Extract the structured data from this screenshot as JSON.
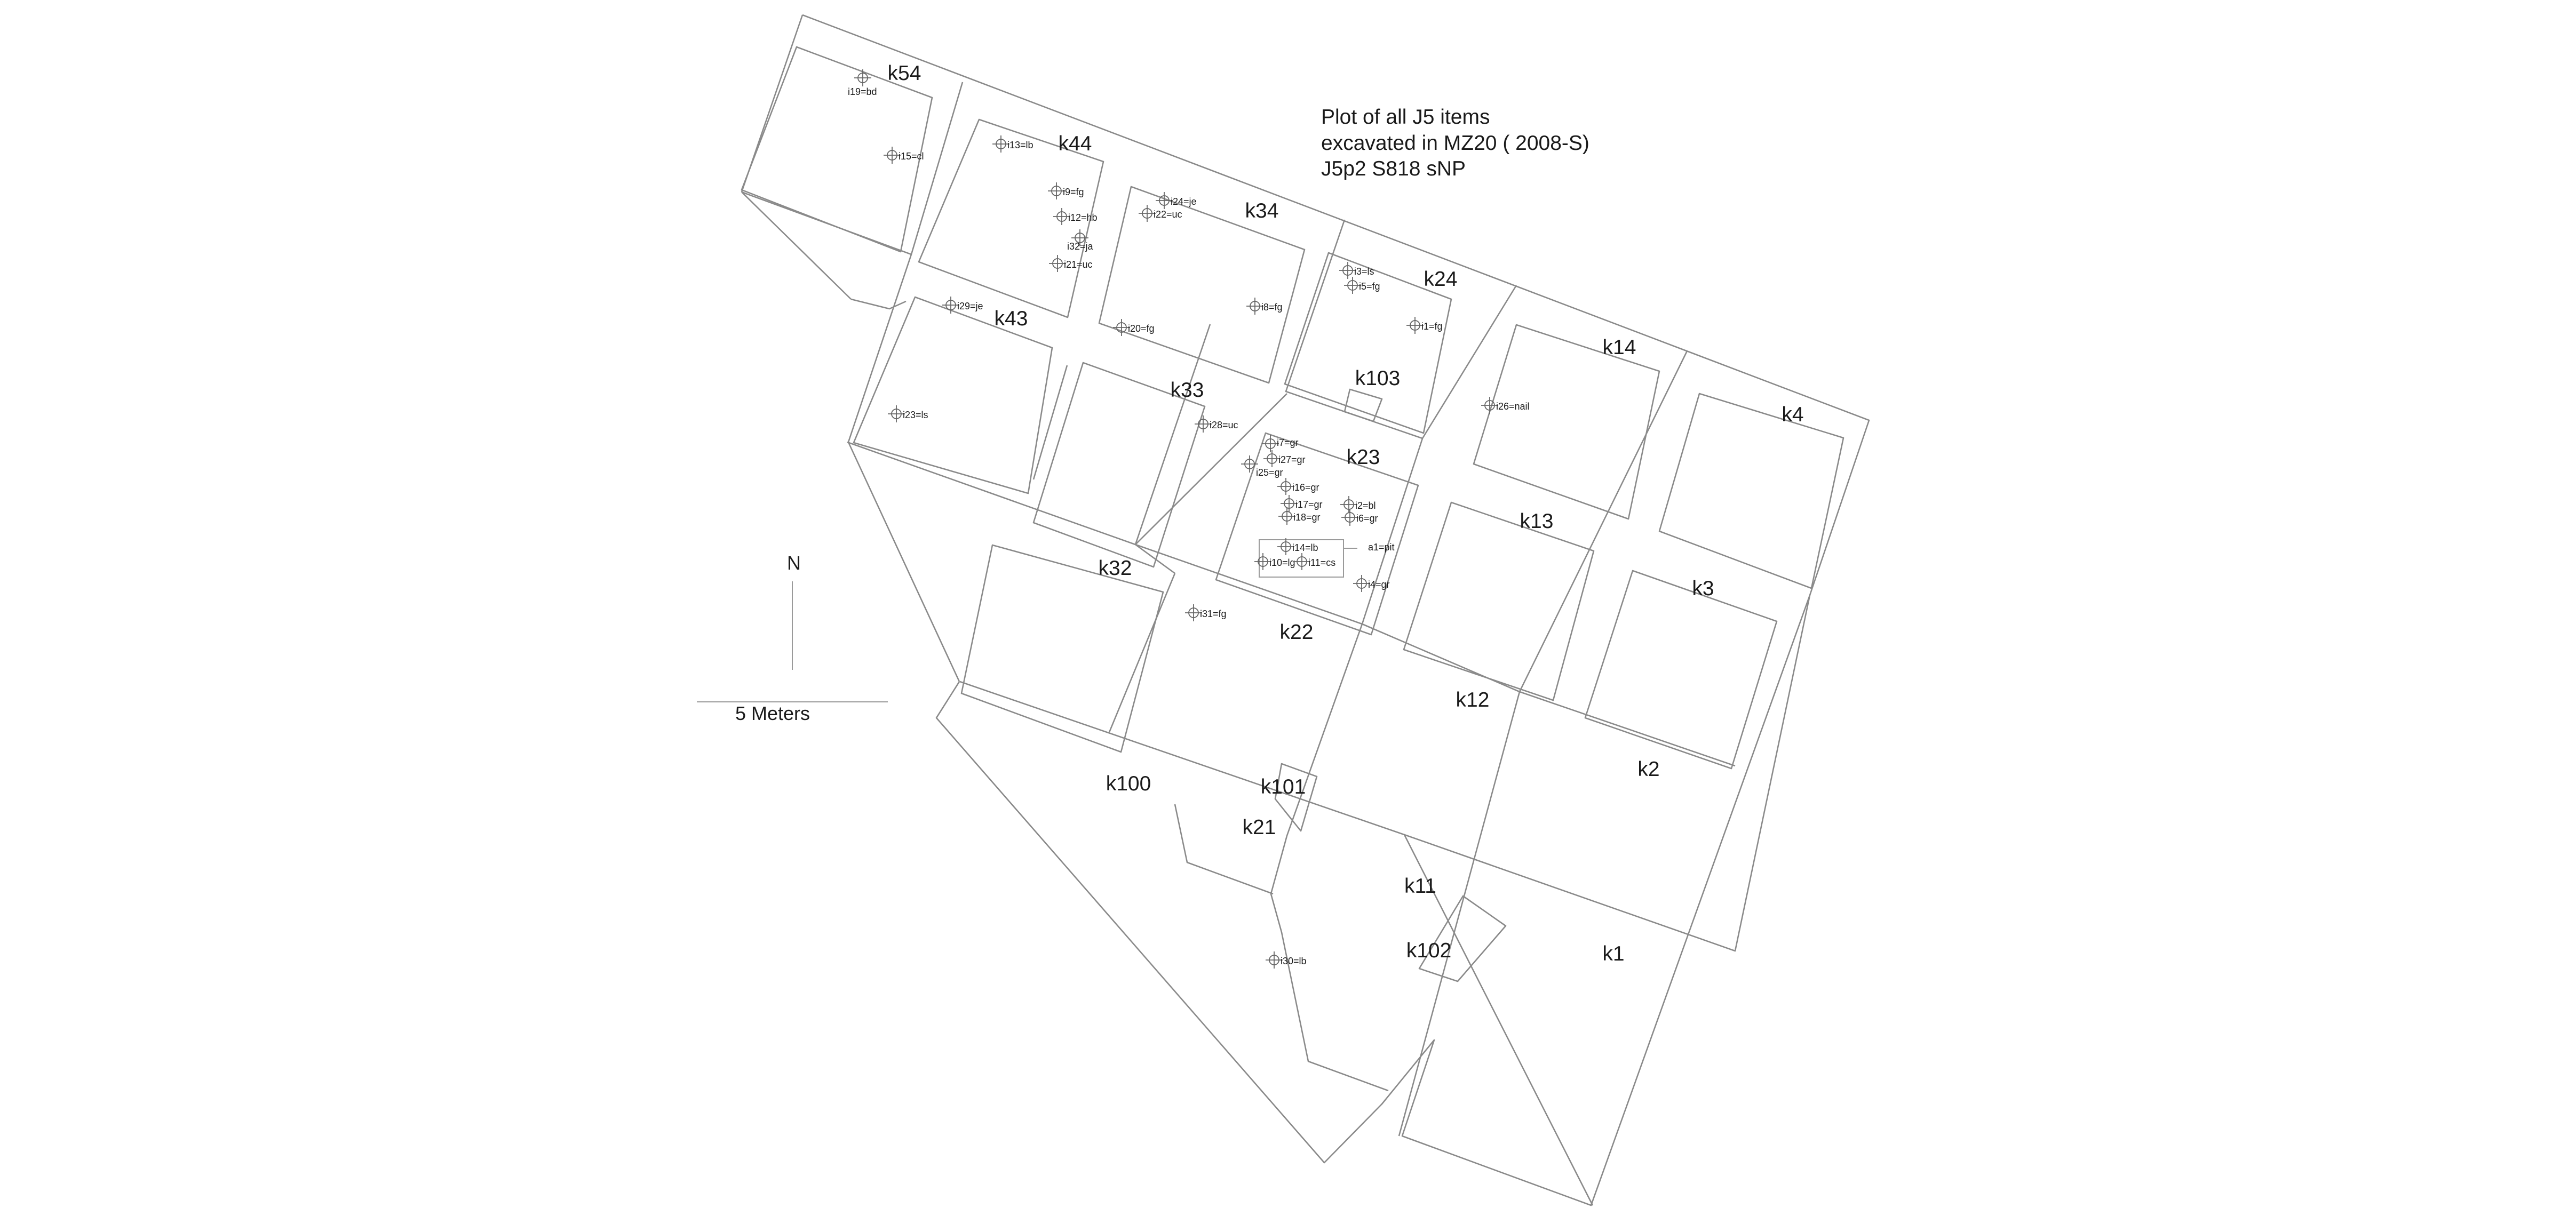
{
  "title": {
    "lines": [
      "Plot of all J5 items",
      "excavated in MZ20 (  2008-S)",
      "J5p2  S818 sNP"
    ]
  },
  "north_label": "N",
  "scale_label": "5 Meters",
  "units": [
    {
      "id": "k54",
      "label": "k54"
    },
    {
      "id": "k44",
      "label": "k44"
    },
    {
      "id": "k34",
      "label": "k34"
    },
    {
      "id": "k24",
      "label": "k24"
    },
    {
      "id": "k14",
      "label": "k14"
    },
    {
      "id": "k4",
      "label": "k4"
    },
    {
      "id": "k43",
      "label": "k43"
    },
    {
      "id": "k33",
      "label": "k33"
    },
    {
      "id": "k23",
      "label": "k23"
    },
    {
      "id": "k13",
      "label": "k13"
    },
    {
      "id": "k3",
      "label": "k3"
    },
    {
      "id": "k103",
      "label": "k103"
    },
    {
      "id": "k32",
      "label": "k32"
    },
    {
      "id": "k22",
      "label": "k22"
    },
    {
      "id": "k12",
      "label": "k12"
    },
    {
      "id": "k2",
      "label": "k2"
    },
    {
      "id": "k100",
      "label": "k100"
    },
    {
      "id": "k101",
      "label": "k101"
    },
    {
      "id": "k21",
      "label": "k21"
    },
    {
      "id": "k11",
      "label": "k11"
    },
    {
      "id": "k102",
      "label": "k102"
    },
    {
      "id": "k1",
      "label": "k1"
    }
  ],
  "items": [
    {
      "id": "i19",
      "label": "i19=bd"
    },
    {
      "id": "i15",
      "label": "i15=cl"
    },
    {
      "id": "i13",
      "label": "i13=lb"
    },
    {
      "id": "i9",
      "label": "i9=fg"
    },
    {
      "id": "i12",
      "label": "i12=hb"
    },
    {
      "id": "i32",
      "label": "i32=ja"
    },
    {
      "id": "i21",
      "label": "i21=uc"
    },
    {
      "id": "i24",
      "label": "i24=je"
    },
    {
      "id": "i22",
      "label": "i22=uc"
    },
    {
      "id": "i8",
      "label": "i8=fg"
    },
    {
      "id": "i3",
      "label": "i3=ls"
    },
    {
      "id": "i5",
      "label": "i5=fg"
    },
    {
      "id": "i1",
      "label": "i1=fg"
    },
    {
      "id": "i29",
      "label": "i29=je"
    },
    {
      "id": "i20",
      "label": "i20=fg"
    },
    {
      "id": "i23",
      "label": "i23=ls"
    },
    {
      "id": "i26",
      "label": "i26=nail"
    },
    {
      "id": "i28",
      "label": "i28=uc"
    },
    {
      "id": "i7",
      "label": "i7=gr"
    },
    {
      "id": "i27",
      "label": "i27=gr"
    },
    {
      "id": "i25",
      "label": "i25=gr"
    },
    {
      "id": "i16",
      "label": "i16=gr"
    },
    {
      "id": "i17",
      "label": "i17=gr"
    },
    {
      "id": "i18",
      "label": "i18=gr"
    },
    {
      "id": "i2",
      "label": "i2=bl"
    },
    {
      "id": "i6",
      "label": "i6=gr"
    },
    {
      "id": "i14",
      "label": "i14=lb"
    },
    {
      "id": "a1",
      "label": "a1=pit"
    },
    {
      "id": "i10",
      "label": "i10=lg"
    },
    {
      "id": "i11",
      "label": "i11=cs"
    },
    {
      "id": "i4",
      "label": "i4=gr"
    },
    {
      "id": "i31",
      "label": "i31=fg"
    },
    {
      "id": "i30",
      "label": "i30=lb"
    }
  ]
}
